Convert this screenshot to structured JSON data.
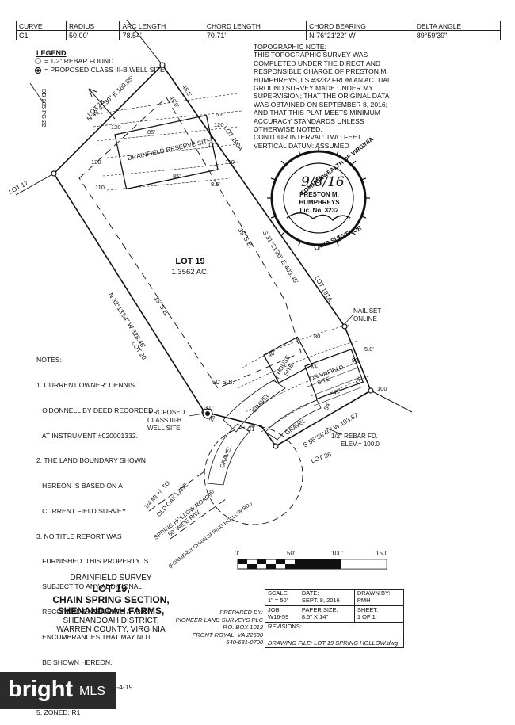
{
  "curve_table": {
    "headers": [
      "CURVE",
      "RADIUS",
      "ARC LENGTH",
      "CHORD LENGTH",
      "CHORD BEARING",
      "DELTA ANGLE"
    ],
    "row": [
      "C1",
      "50.00'",
      "78.54'",
      "70.71'",
      "N 76°21'22\" W",
      "89°59'39\""
    ]
  },
  "legend": {
    "title": "LEGEND",
    "items": [
      "= 1/2\" REBAR FOUND",
      "= PROPOSED CLASS III-B WELL SITE"
    ]
  },
  "topo_note": {
    "title": "TOPOGRAPHIC NOTE:",
    "lines": [
      "THIS TOPOGRAPHIC SURVEY WAS",
      "COMPLETED UNDER THE DIRECT AND",
      "RESPONSIBLE CHARGE OF PRESTON M.",
      "HUMPHREYS, LS #3232 FROM AN ACTUAL",
      "GROUND SURVEY MADE UNDER MY",
      "SUPERVISION; THAT THE ORIGINAL DATA",
      "WAS OBTAINED ON SEPTEMBER 8, 2016;",
      "AND THAT THIS PLAT MEETS MINIMUM",
      "ACCURACY STANDARDS UNLESS",
      "OTHERWISE NOTED.",
      "CONTOUR INTERVAL: TWO FEET",
      "VERTICAL DATUM: ASSUMED"
    ]
  },
  "seal": {
    "arc_top": "COMMONWEALTH OF VIRGINIA",
    "date": "9/8/16",
    "name1": "PRESTON M.",
    "name2": "HUMPHREYS",
    "lic": "Lic. No. 3232",
    "arc_bottom": "LAND SURVEYOR"
  },
  "plat": {
    "db_ref": "DB 205 PG 22",
    "lot18": "LOT 18",
    "lot17": "LOT 17",
    "lot20": "LOT 20",
    "lot190a": "LOT 190A",
    "lot191a": "LOT 191A",
    "lot36": "LOT 36",
    "lot19_title": "LOT 19",
    "lot19_area": "1.3562 AC.",
    "bearing_north": "N 49°41'30\" E 160.85'",
    "bearing_east": "S 31°21'20\" E 403.45'",
    "bearing_west": "N 32°13'54\" W 328.46'",
    "bearing_south": "S 56°38'40\" W 103.87'",
    "sb_35": "35' S.B.",
    "sb_15": "15' S.B.",
    "sb_50": "50' S.B.",
    "dim_48_5": "48.5'",
    "dim_49": "49.0'",
    "dim_6_6": "6.6'",
    "dim_12": "12'",
    "dim_8_5": "8.5'",
    "dim_85a": "85'",
    "dim_85b": "85'",
    "dim_5": "5.0'",
    "dim_3": "3.0'",
    "dim_25": "25'",
    "dim_40": "40'",
    "dim_24": "24'",
    "dim_41a": "41'",
    "dim_41b": "41'",
    "dim_54": "54'",
    "dim_14": "14'",
    "c120a": "120",
    "c120b": "120",
    "c120c": "120",
    "c110a": "110",
    "c110b": "110",
    "c100": "100",
    "c90": "90",
    "c80": "80",
    "c90b": "90",
    "reserve": "DRAINFIELD RESERVE SITE",
    "drainfield1": "DRAINFIELD",
    "drainfield2": "SITE",
    "house1": "HOUSE",
    "house2": "SITE",
    "nail1": "NAIL SET",
    "nail2": "ONLINE",
    "rebar1": "1/2\" REBAR FD.",
    "rebar2": "ELEV.= 100.0",
    "well1": "PROPOSED",
    "well2": "CLASS III-B",
    "well3": "WELL SITE",
    "gravel1": "GRAVEL",
    "gravel2": "GRAVEL",
    "gravel3": "GRAVEL",
    "c1": "C1",
    "to_lane1": "1/4 MI.+/- TO",
    "to_lane2": "OLD OAK LANE",
    "road1": "SPRING HOLLOW ROAD",
    "road2": "50' WIDE R/W",
    "road3": "(FORMERLY CHAIN SPRING HOLLOW RD.)"
  },
  "notes": {
    "title": "NOTES:",
    "lines": [
      "1. CURRENT OWNER: DENNIS",
      "   O'DONNELL BY DEED RECORDED",
      "   AT INSTRUMENT #020001332.",
      "2. THE LAND BOUNDARY SHOWN",
      "   HEREON IS BASED ON A",
      "   CURRENT FIELD SURVEY.",
      "3. NO TITLE REPORT WAS",
      "   FURNISHED. THIS PROPERTY IS",
      "   SUBJECT TO ANY ADDITIONAL",
      "   RECORDED EASEMENTS AND/OR",
      "   ENCUMBRANCES THAT MAY NOT",
      "   BE SHOWN HEREON.",
      "4. TAX MAP NUMBER: 7A-4-19",
      "5. ZONED: R1"
    ]
  },
  "scale_bar": {
    "labels": [
      "0'",
      "50'",
      "100'",
      "150'"
    ]
  },
  "title_block": {
    "l1": "DRAINFIELD SURVEY",
    "l2": "LOT 19,",
    "l3": "CHAIN SPRING SECTION,",
    "l4": "SHENANDOAH FARMS,",
    "l5": "SHENANDOAH DISTRICT,",
    "l6": "WARREN COUNTY, VIRGINIA"
  },
  "prepared": {
    "by": "PREPARED BY:",
    "firm": "PIONEER LAND SURVEYS PLC",
    "box": "P.O. BOX 1012",
    "city": "FRONT ROYAL, VA 22630",
    "phone": "540-631-0700"
  },
  "info": {
    "scale_label": "SCALE:",
    "scale_val": "1\" = 50'",
    "date_label": "DATE:",
    "date_val": "SEPT. 8, 2016",
    "drawn_label": "DRAWN BY:",
    "drawn_val": "PMH",
    "job_label": "JOB:",
    "job_val": "W16-59",
    "paper_label": "PAPER SIZE:",
    "paper_val": "8.5\" X 14\"",
    "sheet_label": "SHEET:",
    "sheet_val": "1 OF 1",
    "revisions": "REVISIONS:",
    "drawing_file": "DRAWING FILE: LOT 19 SPRING HOLLOW.dwg"
  },
  "watermark": {
    "brand": "bright",
    "suffix": "MLS"
  }
}
